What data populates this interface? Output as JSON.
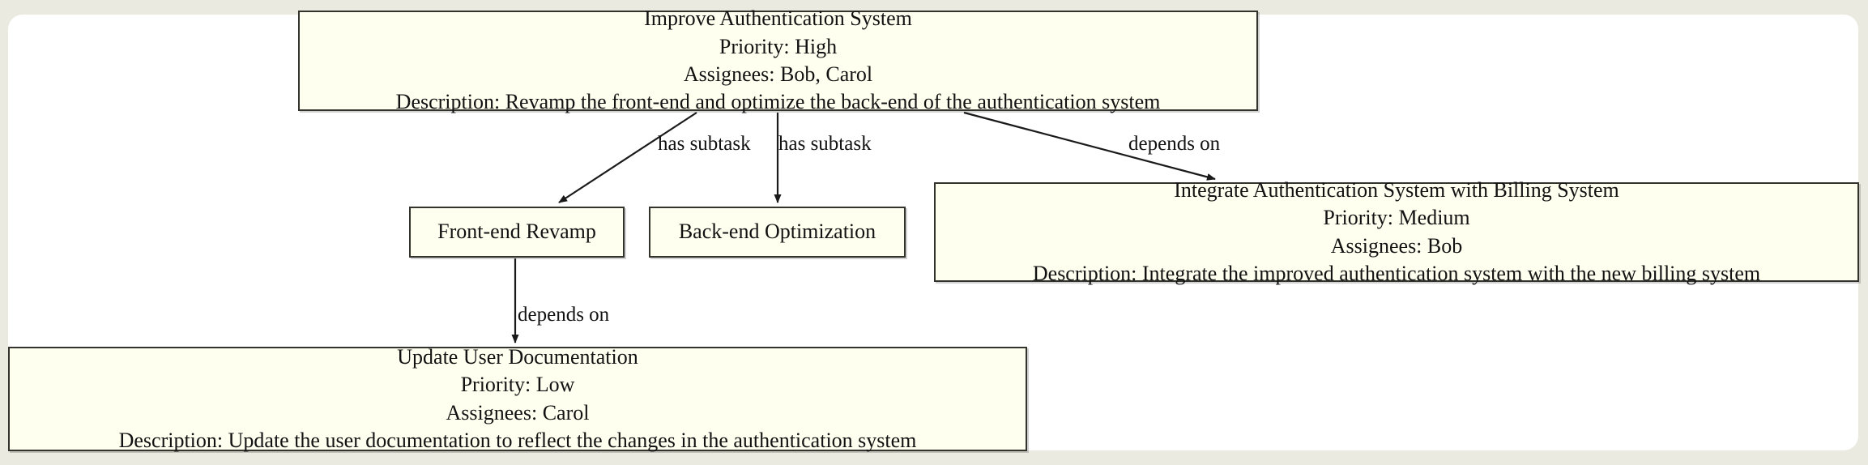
{
  "diagram": {
    "type": "task-dependency-graph",
    "background_color": "#ebeae1",
    "canvas_color": "#ffffff",
    "node_fill_color": "#fffff0",
    "node_border_color": "#33332e",
    "edge_color": "#1a1a1a",
    "nodes": [
      {
        "id": "improve-auth",
        "title": "Improve Authentication System",
        "priority": "Priority: High",
        "assignees": "Assignees: Bob, Carol",
        "description": "Description: Revamp the front-end and optimize the back-end of the authentication system"
      },
      {
        "id": "frontend-revamp",
        "title": "Front-end Revamp"
      },
      {
        "id": "backend-optimization",
        "title": "Back-end Optimization"
      },
      {
        "id": "integrate-billing",
        "title": "Integrate Authentication System with Billing System",
        "priority": "Priority: Medium",
        "assignees": "Assignees: Bob",
        "description": "Description: Integrate the improved authentication system with the new billing system"
      },
      {
        "id": "update-docs",
        "title": "Update User Documentation",
        "priority": "Priority: Low",
        "assignees": "Assignees: Carol",
        "description": "Description: Update the user documentation to reflect the changes in the authentication system"
      }
    ],
    "edges": [
      {
        "from": "improve-auth",
        "to": "frontend-revamp",
        "label": "has subtask"
      },
      {
        "from": "improve-auth",
        "to": "backend-optimization",
        "label": "has subtask"
      },
      {
        "from": "improve-auth",
        "to": "integrate-billing",
        "label": "depends on"
      },
      {
        "from": "frontend-revamp",
        "to": "update-docs",
        "label": "depends on"
      }
    ]
  }
}
